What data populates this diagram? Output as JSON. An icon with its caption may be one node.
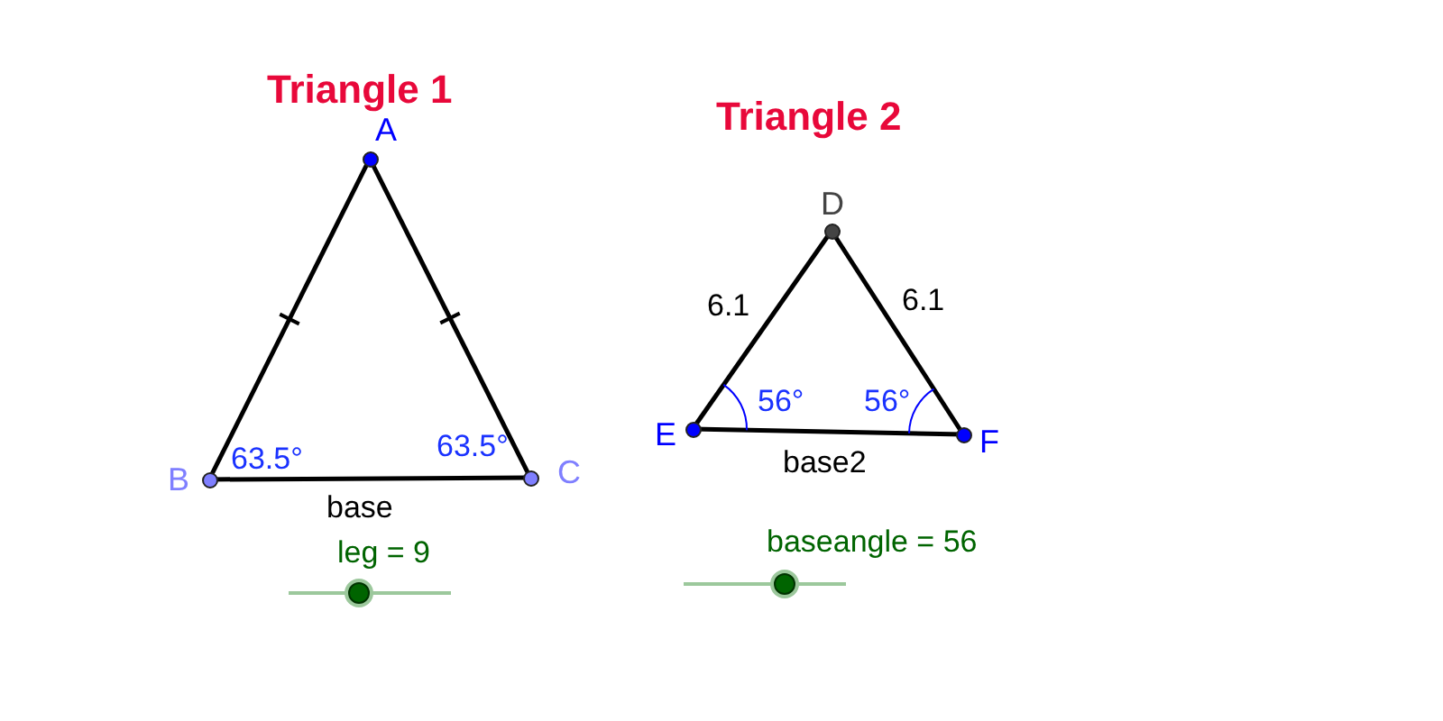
{
  "diagram": {
    "nodes": [
      {
        "text": [
          "A"
        ]
      },
      {
        "text": [
          "B"
        ]
      },
      {
        "text": [
          "C"
        ]
      },
      {
        "text": [
          "D"
        ]
      },
      {
        "text": [
          "E"
        ]
      },
      {
        "text": [
          "F"
        ]
      }
    ],
    "edges": [
      {
        "from": 0,
        "to": 1,
        "arrow": "none"
      },
      {
        "from": 0,
        "to": 2,
        "arrow": "none"
      },
      {
        "from": 1,
        "to": 2,
        "arrow": "none",
        "label": "base"
      },
      {
        "from": 3,
        "to": 4,
        "arrow": "none",
        "label": "6.1"
      },
      {
        "from": 3,
        "to": 5,
        "arrow": "none",
        "label": "6.1"
      },
      {
        "from": 4,
        "to": 5,
        "arrow": "none",
        "label": "base2"
      }
    ],
    "labels": [
      "Triangle 1",
      "Triangle 2",
      "63.5°",
      "63.5°",
      "56°",
      "56°",
      "leg = 9",
      "baseangle = 56"
    ]
  }
}
